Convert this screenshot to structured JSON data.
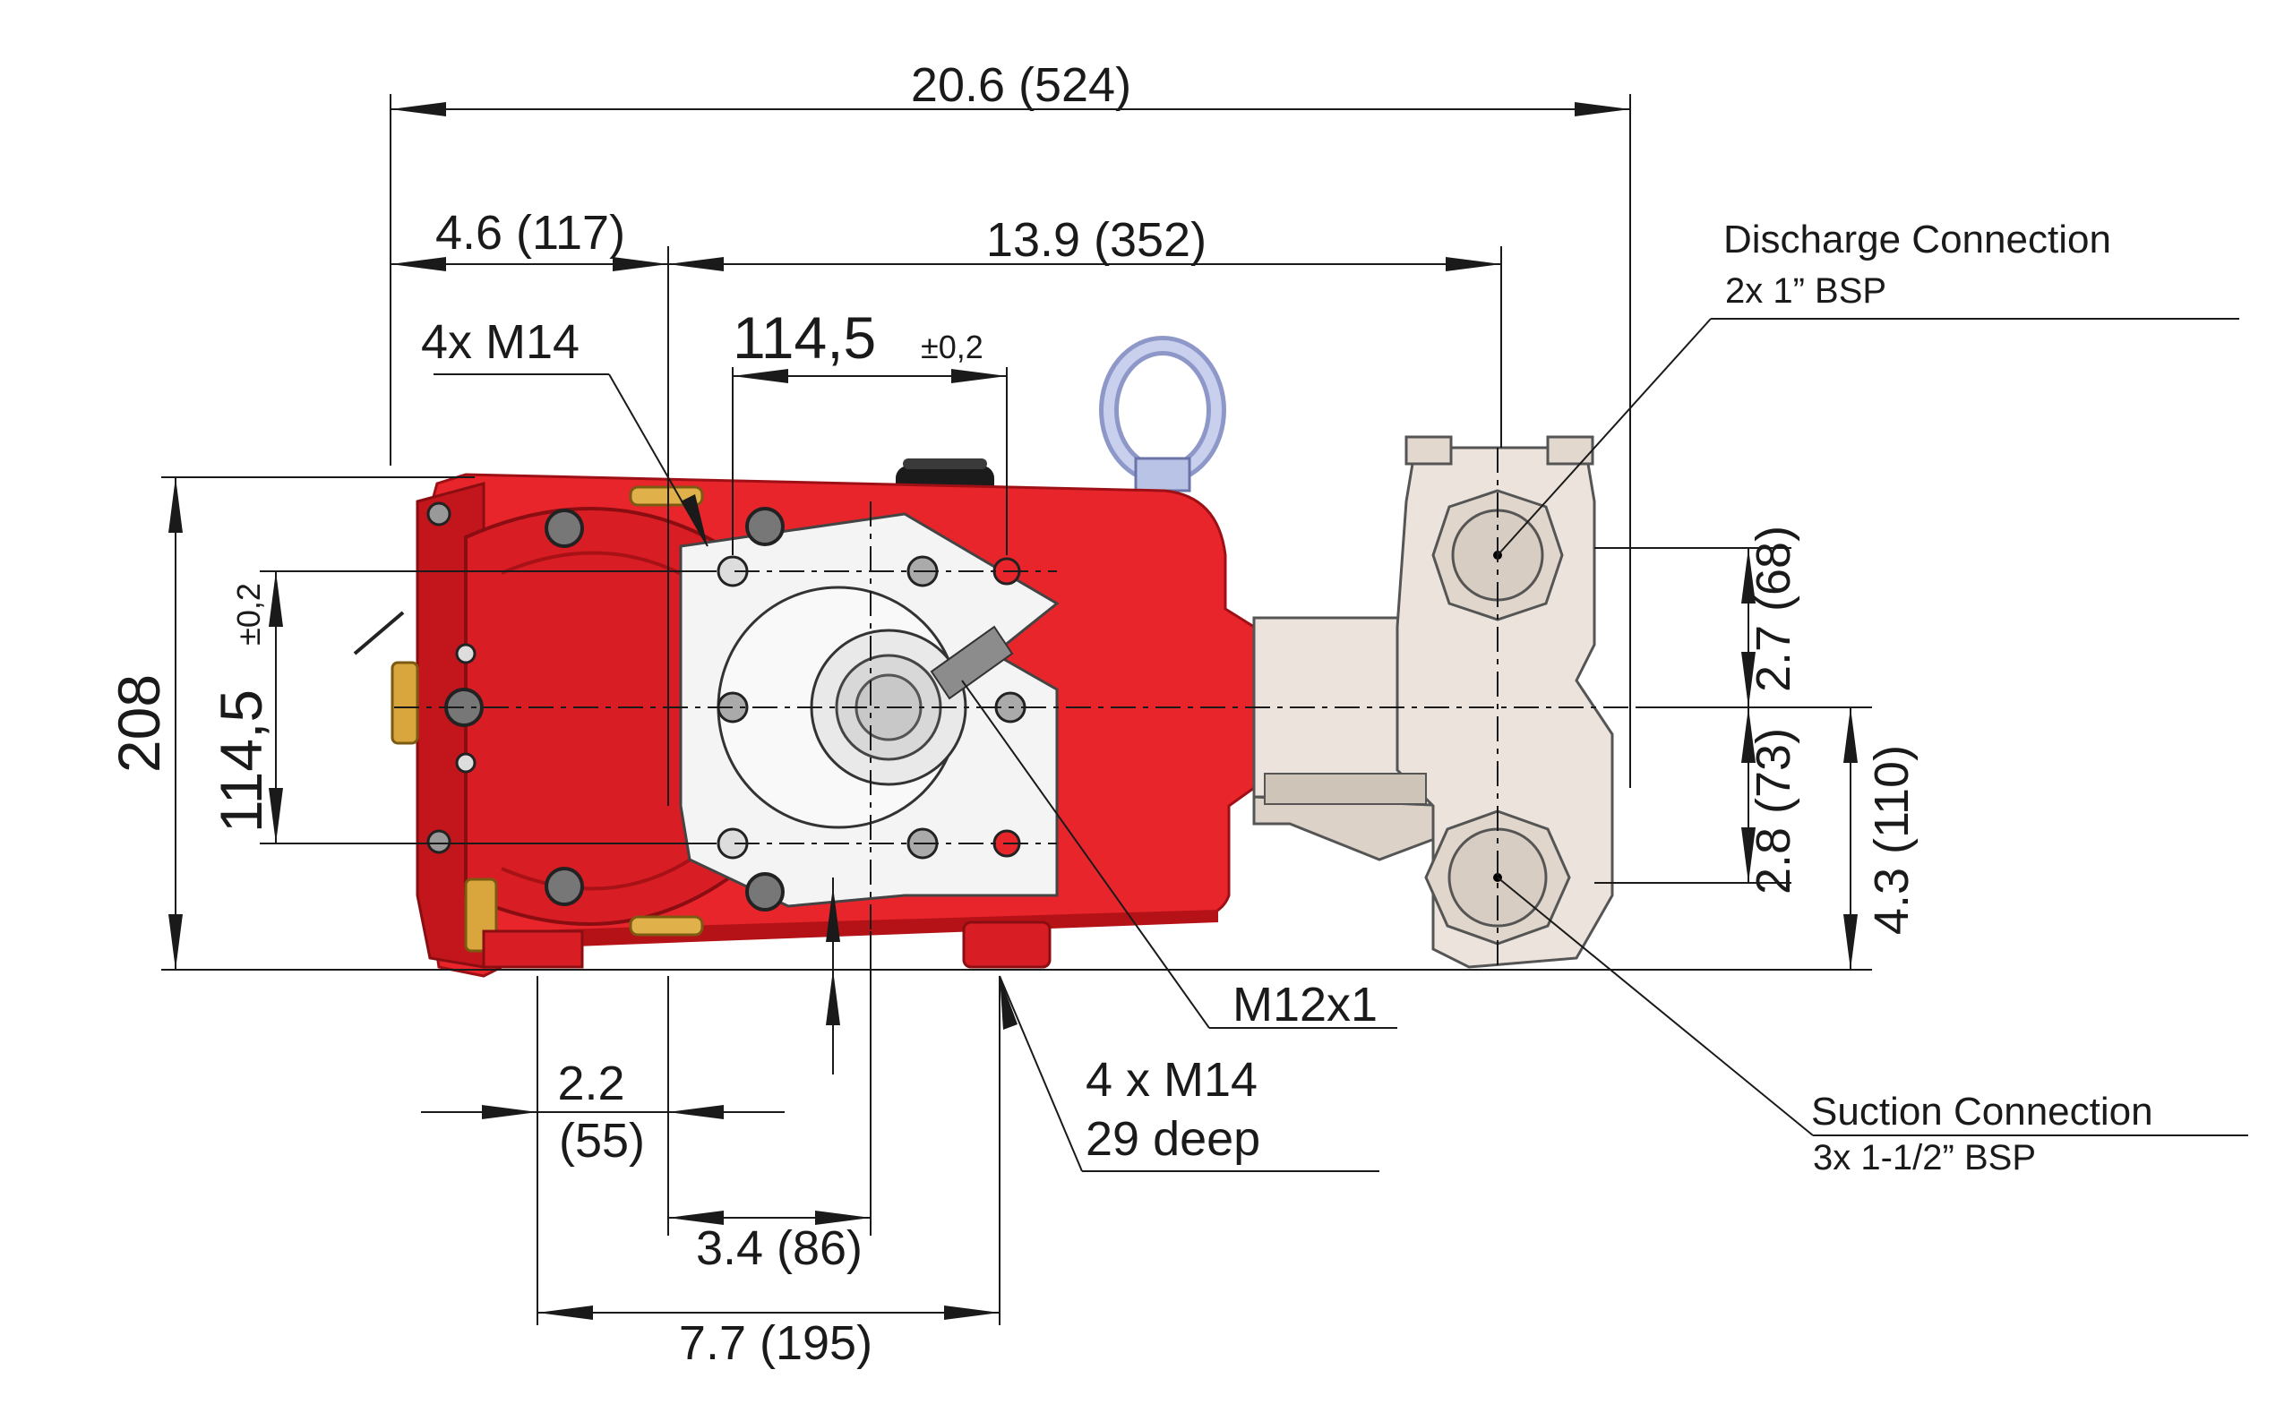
{
  "dimensions": {
    "overall_length": "20.6 (524)",
    "rear_to_mount": "4.6 (117)",
    "mount_to_discharge": "13.9 (352)",
    "top_bolt_spacing": "114,5",
    "top_bolt_tolerance": "±0,2",
    "overall_height": "208",
    "side_bolt_spacing": "114,5",
    "side_bolt_tolerance": "±0,2",
    "discharge_height_upper": "2.7 (68)",
    "discharge_height_lower": "2.8 (73)",
    "suction_height": "4.3 (110)",
    "foot_offset_value": "2.2",
    "foot_offset_mm": "(55)",
    "shaft_offset": "3.4 (86)",
    "foot_spacing": "7.7 (195)"
  },
  "callouts": {
    "top_threads": "4x M14",
    "shaft_thread": "M12x1",
    "foot_threads": "4 x M14",
    "foot_thread_depth": "29 deep",
    "discharge_title": "Discharge Connection",
    "discharge_spec": "2x 1” BSP",
    "suction_title": "Suction Connection",
    "suction_spec": "3x 1-1/2” BSP"
  },
  "colors": {
    "housing_red": "#e8252b",
    "housing_shadow": "#b51218",
    "flange_white": "#f4f4f4",
    "manifold_beige": "#ece4dc",
    "brass": "#d8a63c",
    "eyebolt_blue": "#b9c3e6"
  }
}
